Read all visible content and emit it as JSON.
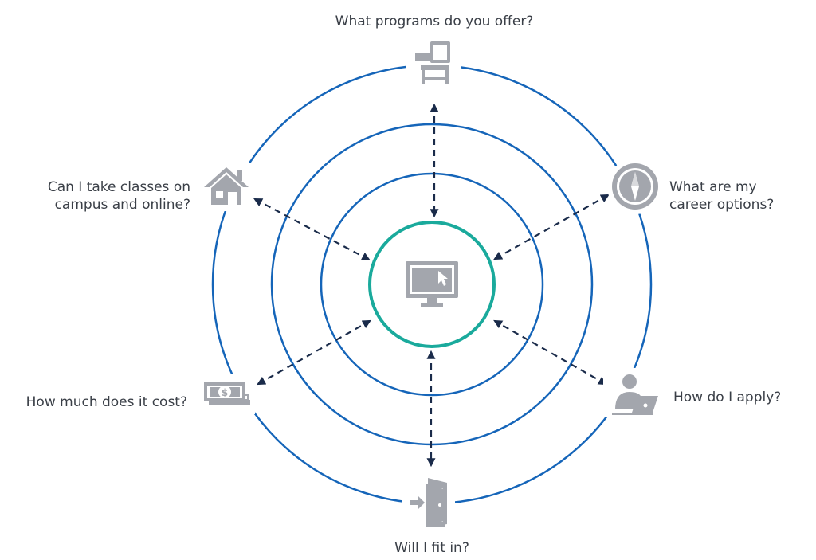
{
  "colors": {
    "ring": "#1565b9",
    "center_ring": "#1aaa9c",
    "arrow": "#1a2b4a",
    "icon": "#a3a6ad"
  },
  "questions": {
    "top": "What programs do you offer?",
    "upper_left": "Can I take classes on\ncampus and online?",
    "upper_right": "What are my\ncareer options?",
    "lower_left": "How much does it cost?",
    "lower_right": "How do I apply?",
    "bottom": "Will I fit in?"
  },
  "icons": {
    "center": "computer-monitor-icon",
    "top": "classroom-desk-icon",
    "upper_left": "house-icon",
    "upper_right": "compass-icon",
    "lower_left": "money-bills-icon",
    "lower_right": "person-laptop-icon",
    "bottom": "door-exit-icon"
  }
}
